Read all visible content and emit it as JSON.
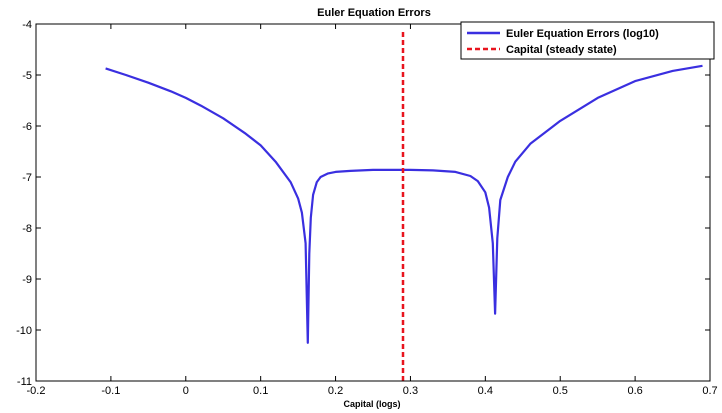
{
  "chart_data": {
    "type": "line",
    "title": "Euler Equation Errors",
    "xlabel": "Capital (logs)",
    "ylabel": "",
    "xlim": [
      -0.2,
      0.7
    ],
    "ylim": [
      -11,
      -4
    ],
    "x_ticks": [
      -0.2,
      -0.1,
      0,
      0.1,
      0.2,
      0.3,
      0.4,
      0.5,
      0.6,
      0.7
    ],
    "y_ticks": [
      -11,
      -10,
      -9,
      -8,
      -7,
      -6,
      -5,
      -4
    ],
    "x_tick_labels": [
      "-0.2",
      "-0.1",
      "0",
      "0.1",
      "0.2",
      "0.3",
      "0.4",
      "0.5",
      "0.6",
      "0.7"
    ],
    "y_tick_labels": [
      "-11",
      "-10",
      "-9",
      "-8",
      "-7",
      "-6",
      "-5",
      "-4"
    ],
    "grid": false,
    "legend_position": "top-right",
    "series": [
      {
        "name": "Euler Equation Errors (log10)",
        "color": "#3a2fe0",
        "style": "solid",
        "x": [
          -0.107,
          -0.08,
          -0.05,
          -0.02,
          0.0,
          0.02,
          0.05,
          0.08,
          0.1,
          0.12,
          0.14,
          0.15,
          0.155,
          0.16,
          0.163,
          0.165,
          0.167,
          0.17,
          0.175,
          0.18,
          0.19,
          0.2,
          0.22,
          0.25,
          0.28,
          0.3,
          0.33,
          0.36,
          0.38,
          0.39,
          0.4,
          0.405,
          0.41,
          0.413,
          0.416,
          0.42,
          0.43,
          0.44,
          0.46,
          0.5,
          0.55,
          0.6,
          0.65,
          0.69
        ],
        "y": [
          -4.87,
          -5.0,
          -5.15,
          -5.32,
          -5.45,
          -5.6,
          -5.85,
          -6.15,
          -6.38,
          -6.7,
          -7.1,
          -7.42,
          -7.7,
          -8.3,
          -10.25,
          -8.5,
          -7.8,
          -7.35,
          -7.1,
          -7.0,
          -6.93,
          -6.9,
          -6.88,
          -6.86,
          -6.86,
          -6.86,
          -6.87,
          -6.9,
          -6.98,
          -7.08,
          -7.3,
          -7.6,
          -8.3,
          -9.68,
          -8.2,
          -7.45,
          -7.0,
          -6.7,
          -6.35,
          -5.9,
          -5.45,
          -5.12,
          -4.92,
          -4.82
        ]
      },
      {
        "name": "Capital (steady state)",
        "color": "#e8141e",
        "style": "dashed",
        "x": [
          0.29,
          0.29
        ],
        "y": [
          -11,
          -4.1
        ]
      }
    ]
  }
}
